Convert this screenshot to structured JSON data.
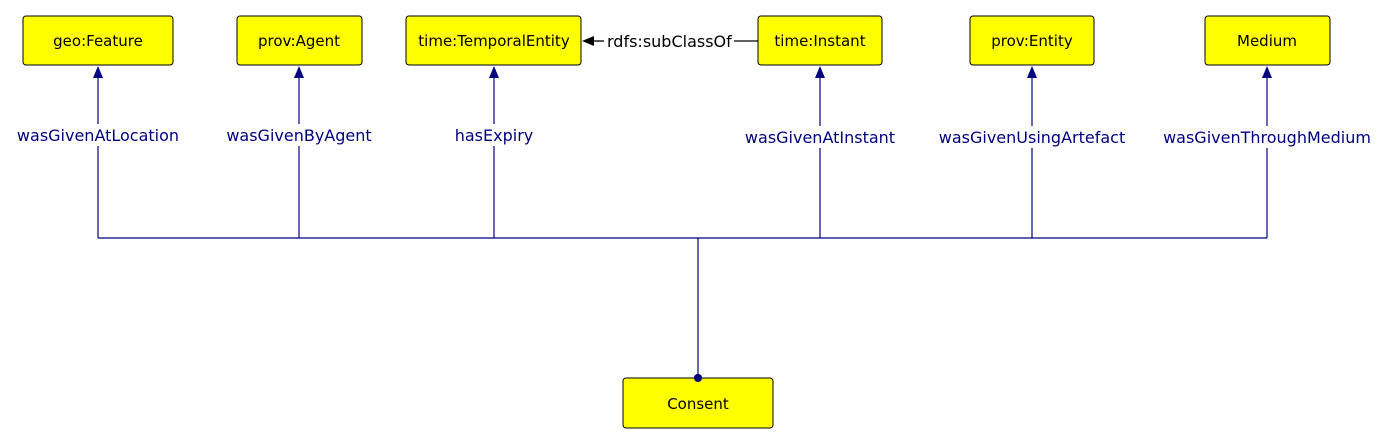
{
  "nodes": {
    "geo_feature": "geo:Feature",
    "prov_agent": "prov:Agent",
    "time_temporal_entity": "time:TemporalEntity",
    "time_instant": "time:Instant",
    "prov_entity": "prov:Entity",
    "medium": "Medium",
    "consent": "Consent"
  },
  "edges": {
    "was_given_at_location": "wasGivenAtLocation",
    "was_given_by_agent": "wasGivenByAgent",
    "has_expiry": "hasExpiry",
    "was_given_at_instant": "wasGivenAtInstant",
    "was_given_using_artefact": "wasGivenUsingArtefact",
    "was_given_through_medium": "wasGivenThroughMedium",
    "subclass_of": "rdfs:subClassOf"
  },
  "colors": {
    "node_fill": "#ffff00",
    "edge": "#000080",
    "subclass_edge": "#000000"
  }
}
